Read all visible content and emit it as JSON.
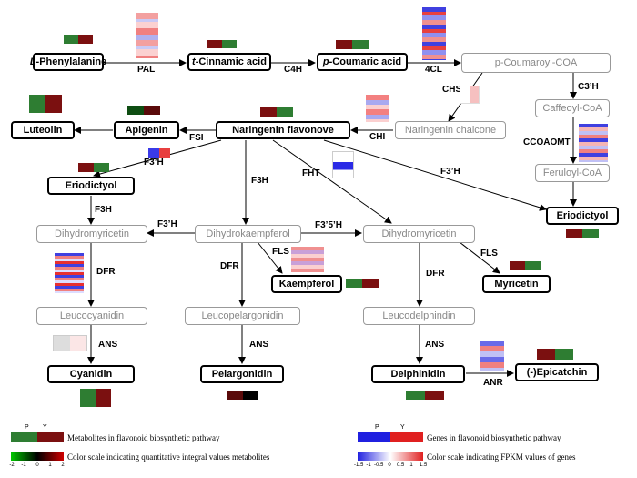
{
  "nodes": {
    "phe": {
      "pre": "L",
      "main": "-Phenylalanine"
    },
    "cin": {
      "pre": "t",
      "main": "-Cinnamic acid"
    },
    "pcou": {
      "pre": "p",
      "main": "-Coumaric acid"
    },
    "pcoa": "p-Coumaroyl-COA",
    "caff": "Caffeoyl-CoA",
    "feru": "Feruloyl-CoA",
    "erio_r": "Eriodictyol",
    "narchal": "Naringenin chalcone",
    "narfla": "Naringenin flavonove",
    "api": "Apigenin",
    "lut": "Luteolin",
    "erio_l": "Eriodictyol",
    "dhm_l": "Dihydromyricetin",
    "dhk": "Dihydrokaempferol",
    "dhm_r": "Dihydromyricetin",
    "kae": "Kaempferol",
    "myr": "Myricetin",
    "leucy": "Leucocyanidin",
    "leupel": "Leucopelargonidin",
    "leudel": "Leucodelphindin",
    "cya": "Cyanidin",
    "pel": "Pelargonidin",
    "del": "Delphinidin",
    "epi": "(-)Epicatchin"
  },
  "enzymes": {
    "pal": "PAL",
    "c4h": "C4H",
    "fourcl": "4CL",
    "chs": "CHS",
    "c3h": "C3’H",
    "ccoaomt": "CCOAOMT",
    "chi": "CHI",
    "fsi": "FSI",
    "f3h_a": "F3’H",
    "f3h_b": "F3H",
    "fht": "FHT",
    "f3h_c": "F3’H",
    "f3h_d": "F3H",
    "f3h_e": "F3’H",
    "f35h": "F3’5’H",
    "fls_a": "FLS",
    "fls_b": "FLS",
    "dfr_a": "DFR",
    "dfr_b": "DFR",
    "dfr_c": "DFR",
    "ans_a": "ANS",
    "ans_b": "ANS",
    "ans_c": "ANS",
    "anr": "ANR"
  },
  "legend": {
    "p": "P",
    "y": "Y",
    "metabolites": "Metabolites in flavonoid biosynthetic pathway",
    "metabolite_scale": "Color scale indicating quantitative integral values metabolites",
    "metabolite_ticks": [
      "-2",
      "-1",
      "0",
      "1",
      "2"
    ],
    "genes": "Genes in flavonoid biosynthetic pathway",
    "gene_scale": "Color scale indicating FPKM values of genes",
    "gene_ticks": [
      "-1.5",
      "-1",
      "-0.5",
      "0",
      "0.5",
      "1",
      "1.5"
    ]
  },
  "colors": {
    "metabolite_low": "#00c800",
    "metabolite_mid": "#000000",
    "metabolite_high": "#d00000",
    "gene_low": "#2020e0",
    "gene_mid": "#ffffff",
    "gene_high": "#e02020",
    "metabolite_p_bar": "#2e7d32",
    "metabolite_y_bar": "#7b1010"
  }
}
